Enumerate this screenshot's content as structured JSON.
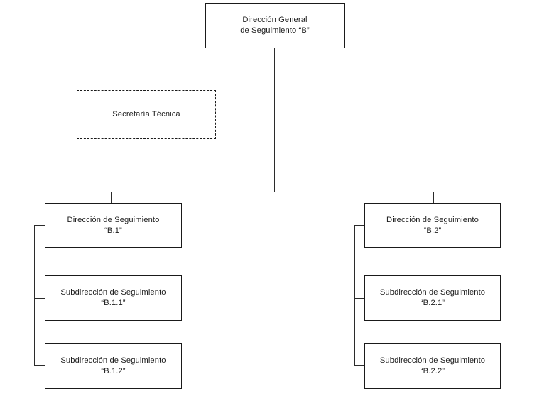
{
  "diagram": {
    "type": "organizational-chart",
    "background_color": "#ffffff",
    "box_border_color": "#1a1a1a",
    "connector_color": "#6f6f6f",
    "nodes": {
      "root": {
        "label": "Dirección General\nde Seguimiento “B”",
        "level": "direccion-general",
        "border_style": "solid"
      },
      "staff": {
        "label": "Secretaría Técnica",
        "level": "staff",
        "border_style": "dashed"
      },
      "b1": {
        "label": "Dirección de Seguimiento\n“B.1”",
        "level": "direccion",
        "border_style": "solid"
      },
      "b11": {
        "label": "Subdirección de Seguimiento\n“B.1.1”",
        "level": "subdireccion",
        "border_style": "solid"
      },
      "b12": {
        "label": "Subdirección de Seguimiento\n“B.1.2”",
        "level": "subdireccion",
        "border_style": "solid"
      },
      "b2": {
        "label": "Dirección de Seguimiento\n“B.2”",
        "level": "direccion",
        "border_style": "solid"
      },
      "b21": {
        "label": "Subdirección de Seguimiento\n“B.2.1”",
        "level": "subdireccion",
        "border_style": "solid"
      },
      "b22": {
        "label": "Subdirección de Seguimiento\n“B.2.2”",
        "level": "subdireccion",
        "border_style": "solid"
      }
    }
  }
}
